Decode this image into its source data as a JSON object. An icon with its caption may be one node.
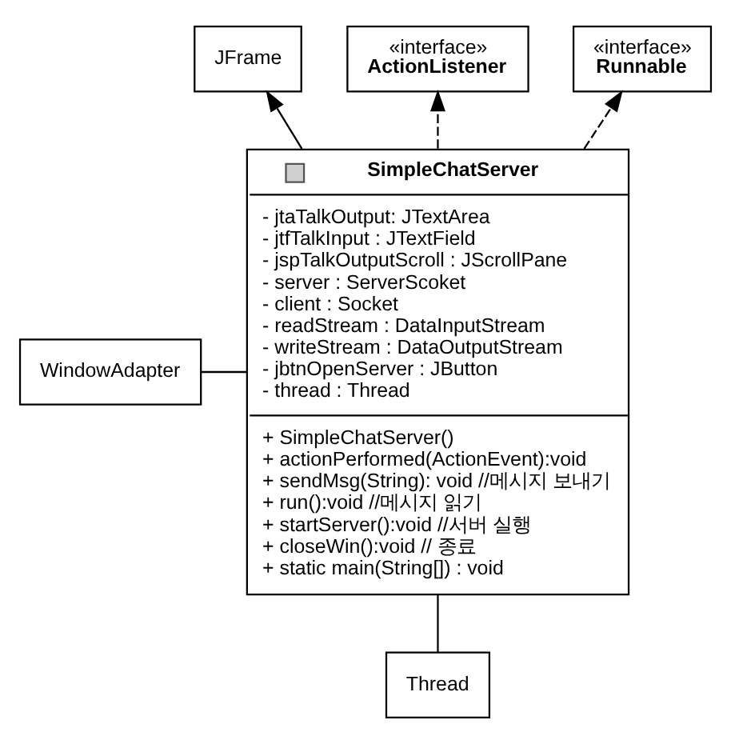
{
  "diagram": {
    "nodes": [
      {
        "text": [
          "JFrame"
        ]
      },
      {
        "text": [
          "«interface»",
          "ActionListener"
        ]
      },
      {
        "text": [
          "«interface»",
          "Runnable"
        ]
      },
      {
        "text": [
          "SimpleChatServer",
          "- jtaTalkOutput: JTextArea",
          "- jtfTalkInput : JTextField",
          "- jspTalkOutputScroll : JScrollPane",
          "- server : ServerScoket",
          "- client : Socket",
          "- readStream : DataInputStream",
          "- writeStream : DataOutputStream",
          "- jbtnOpenServer : JButton",
          "- thread : Thread",
          "+ SimpleChatServer()",
          "+ actionPerformed(ActionEvent):void",
          "+ sendMsg(String): void //메시지 보내기",
          "+ run():void //메시지 읽기",
          "+ startServer():void //서버 실행",
          "+ closeWin():void // 종료",
          "+ static main(String[]) : void"
        ]
      },
      {
        "text": [
          "WindowAdapter"
        ]
      },
      {
        "text": [
          "Thread"
        ]
      }
    ],
    "edges": [
      {
        "from": 3,
        "to": 0,
        "arrow": "to"
      },
      {
        "from": 3,
        "to": 1,
        "arrow": "to",
        "style": "dashed"
      },
      {
        "from": 3,
        "to": 2,
        "arrow": "to",
        "style": "dashed"
      },
      {
        "from": 4,
        "to": 3,
        "arrow": "none"
      },
      {
        "from": 5,
        "to": 3,
        "arrow": "none"
      }
    ]
  }
}
